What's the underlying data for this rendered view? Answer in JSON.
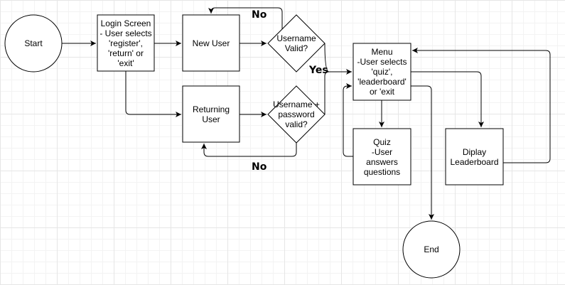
{
  "nodes": {
    "start": "Start",
    "login": "Login Screen\n- User selects\n'register',\n'return' or\n'exit'",
    "new_user": "New User",
    "returning_user": "Returning\nUser",
    "username_valid": "Username\nValid?",
    "username_password_valid": "Username +\npassword\nvalid?",
    "menu": "Menu\n-User selects\n'quiz',\n'leaderboard'\nor 'exit",
    "quiz": "Quiz\n-User\nanswers\nquestions",
    "leaderboard": "Diplay\nLeaderboard",
    "end": "End"
  },
  "edge_labels": {
    "no_top": "No",
    "yes": "Yes",
    "no_bottom": "No"
  },
  "colors": {
    "line": "#000000",
    "fill": "#ffffff",
    "grid": "#e6e6e6"
  }
}
